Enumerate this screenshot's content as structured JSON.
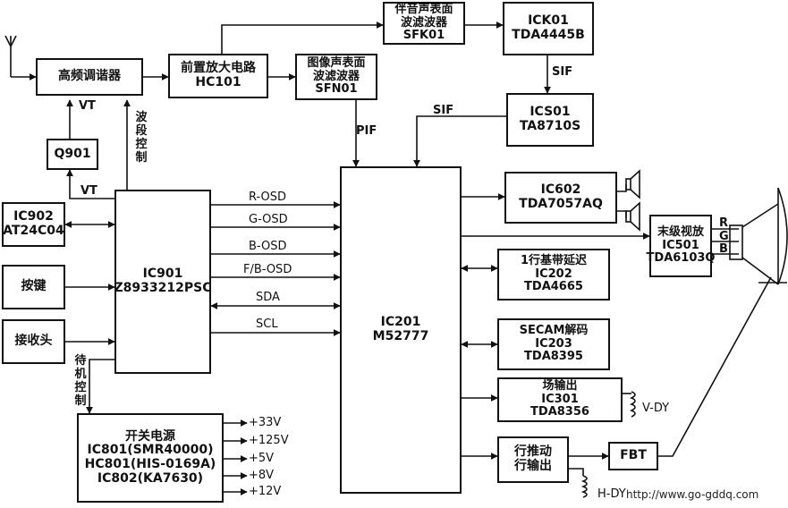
{
  "blocks": {
    "tuner": {
      "l1": "高频调谐器"
    },
    "preamp": {
      "l1": "前置放大电路",
      "l2": "HC101"
    },
    "saw_sound": {
      "l1": "伴音声表面",
      "l2": "波滤波器",
      "l3": "SFK01"
    },
    "saw_video": {
      "l1": "图像声表面",
      "l2": "波滤波器",
      "l3": "SFN01"
    },
    "ick01": {
      "l1": "ICK01",
      "l2": "TDA4445B"
    },
    "ics01": {
      "l1": "ICS01",
      "l2": "TA8710S"
    },
    "q901": {
      "l1": "Q901"
    },
    "ic902": {
      "l1": "IC902",
      "l2": "AT24C04"
    },
    "keys": {
      "l1": "按键"
    },
    "receiver": {
      "l1": "接收头"
    },
    "ic901": {
      "l1": "IC901",
      "l2": "Z8933212PSC"
    },
    "ic201": {
      "l1": "IC201",
      "l2": "M52777"
    },
    "ic602": {
      "l1": "IC602",
      "l2": "TDA7057AQ"
    },
    "ic501": {
      "l1": "末级视放",
      "l2": "IC501",
      "l3": "TDA6103Q"
    },
    "ic202": {
      "l1": "1行基带延迟",
      "l2": "IC202",
      "l3": "TDA4665"
    },
    "ic203": {
      "l1": "SECAM解码",
      "l2": "IC203",
      "l3": "TDA8395"
    },
    "ic301": {
      "l1": "场输出",
      "l2": "IC301",
      "l3": "TDA8356"
    },
    "hdrive": {
      "l1": "行推动",
      "l2": "行输出"
    },
    "fbt": {
      "l1": "FBT"
    },
    "psu": {
      "l1": "开关电源",
      "l2": "IC801(SMR40000)",
      "l3": "HC801(HIS-0169A)",
      "l4": "IC802(KA7630)"
    }
  },
  "labels": {
    "vt_top": "VT",
    "vt_bottom": "VT",
    "band_ctrl": "波段控制",
    "pif": "PIF",
    "sif_upper": "SIF",
    "sif_lower": "SIF",
    "r_osd": "R-OSD",
    "g_osd": "G-OSD",
    "b_osd": "B-OSD",
    "fb_osd": "F/B-OSD",
    "sda": "SDA",
    "scl": "SCL",
    "standby_ctrl": "待机控制",
    "v33": "+33V",
    "v125": "+125V",
    "v5": "+5V",
    "v8": "+8V",
    "v12": "+12V",
    "rgb_r": "R",
    "rgb_g": "G",
    "rgb_b": "B",
    "v_dy": "V-DY",
    "h_dy": "H-DY"
  },
  "watermark": "http://www.go-gddq.com"
}
